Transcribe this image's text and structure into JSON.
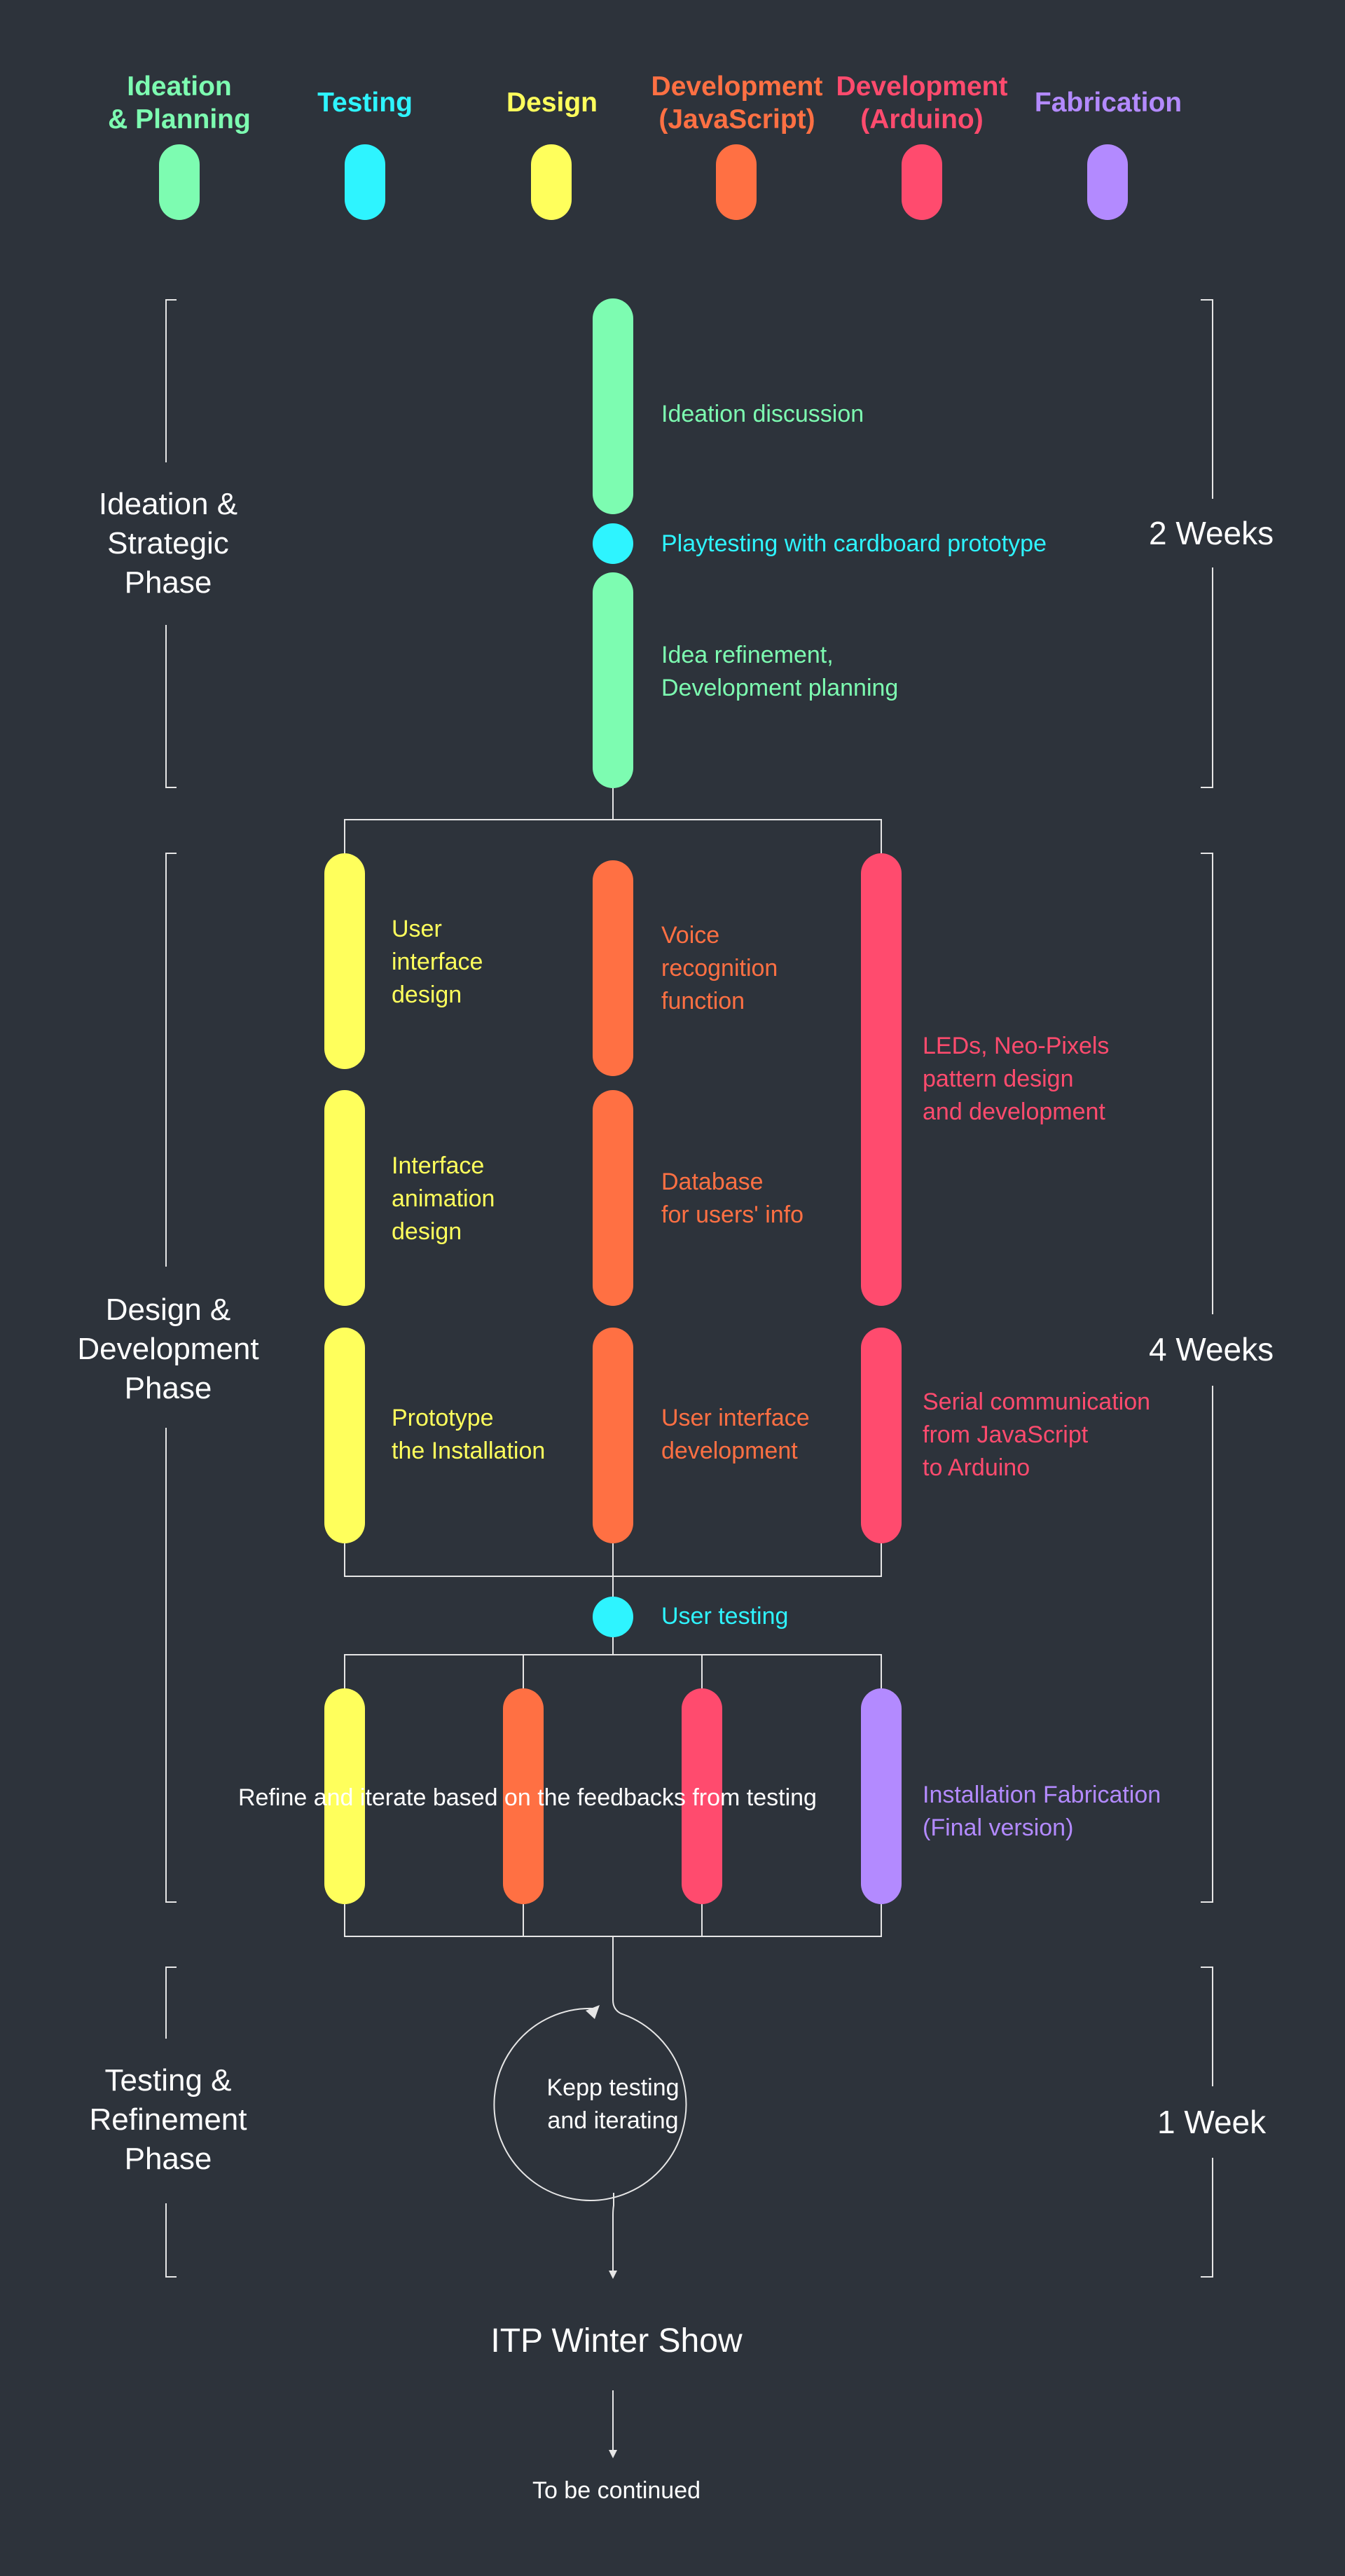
{
  "colors": {
    "background": "#2d333b",
    "ideation": "#7dfcb1",
    "testing": "#2ef4ff",
    "design": "#ffff5c",
    "dev_js": "#ff7043",
    "dev_arduino": "#ff4b6e",
    "fabrication": "#b38aff",
    "line": "#e6e6e6",
    "text": "#ffffff"
  },
  "legend": [
    {
      "label": "Ideation\n& Planning",
      "color": "#7dfcb1"
    },
    {
      "label": "Testing",
      "color": "#2ef4ff"
    },
    {
      "label": "Design",
      "color": "#ffff5c"
    },
    {
      "label": "Development\n(JavaScript)",
      "color": "#ff7043"
    },
    {
      "label": "Development\n(Arduino)",
      "color": "#ff4b6e"
    },
    {
      "label": "Fabrication",
      "color": "#b38aff"
    }
  ],
  "phases": [
    {
      "name": "Ideation &\nStrategic\nPhase",
      "duration": "2 Weeks"
    },
    {
      "name": "Design &\nDevelopment\nPhase",
      "duration": "4 Weeks"
    },
    {
      "name": "Testing &\nRefinement\nPhase",
      "duration": "1 Week"
    }
  ],
  "tasks": {
    "ideation_discussion": "Ideation discussion",
    "playtesting": "Playtesting with cardboard prototype",
    "idea_refinement": "Idea refinement,\nDevelopment planning",
    "ui_design": "User\ninterface\ndesign",
    "interface_animation": "Interface\nanimation\ndesign",
    "prototype_installation": "Prototype\nthe Installation",
    "voice_recognition": "Voice\nrecognition\nfunction",
    "database": "Database\nfor users' info",
    "ui_development": "User interface\ndevelopment",
    "leds": "LEDs, Neo-Pixels\npattern design\nand development",
    "serial_comm": "Serial communication\nfrom JavaScript\nto Arduino",
    "user_testing": "User testing",
    "refine_iterate": "Refine and iterate based on the feedbacks from testing",
    "installation_fabrication": "Installation Fabrication\n(Final version)",
    "keep_testing": "Kepp testing\nand iterating"
  },
  "ending": {
    "show": "ITP Winter Show",
    "continued": "To be continued"
  }
}
